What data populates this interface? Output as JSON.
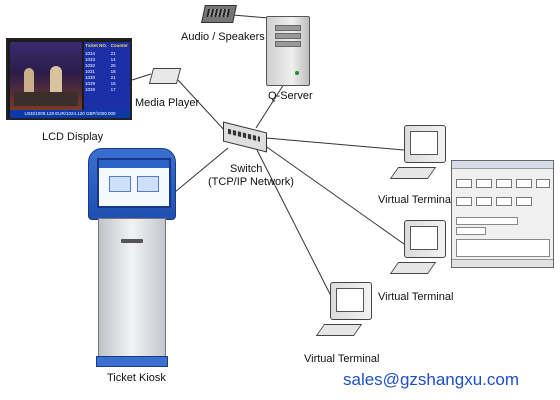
{
  "labels": {
    "audio_speakers": "Audio / Speakers",
    "q_server": "Q-Server",
    "media_player": "Media Player",
    "lcd_display": "LCD Display",
    "switch_line1": "Switch",
    "switch_line2": "(TCP/IP Network)",
    "virtual_terminal_1": "Virtual Terminal",
    "virtual_terminal_2": "Virtual Terminal",
    "virtual_terminal_3": "Virtual Terminal",
    "ticket_kiosk": "Ticket Kiosk"
  },
  "lcd": {
    "header_ticket": "Ticket NO.",
    "header_counter": "Counter",
    "rows": [
      {
        "ticket": "1034",
        "counter": "21"
      },
      {
        "ticket": "1033",
        "counter": "14"
      },
      {
        "ticket": "1032",
        "counter": "25"
      },
      {
        "ticket": "1031",
        "counter": "18"
      },
      {
        "ticket": "1030",
        "counter": "21"
      },
      {
        "ticket": "1029",
        "counter": "15"
      },
      {
        "ticket": "1028",
        "counter": "17"
      }
    ],
    "ticker": "USD/1009.128 EUR/1024.120 GBP/1000.000"
  },
  "contact": {
    "email": "sales@gzshangxu.com"
  },
  "colors": {
    "email": "#1d4fc9",
    "kiosk_blue": "#2d63c6",
    "lcd_table_bg": "#1a2fa8"
  }
}
